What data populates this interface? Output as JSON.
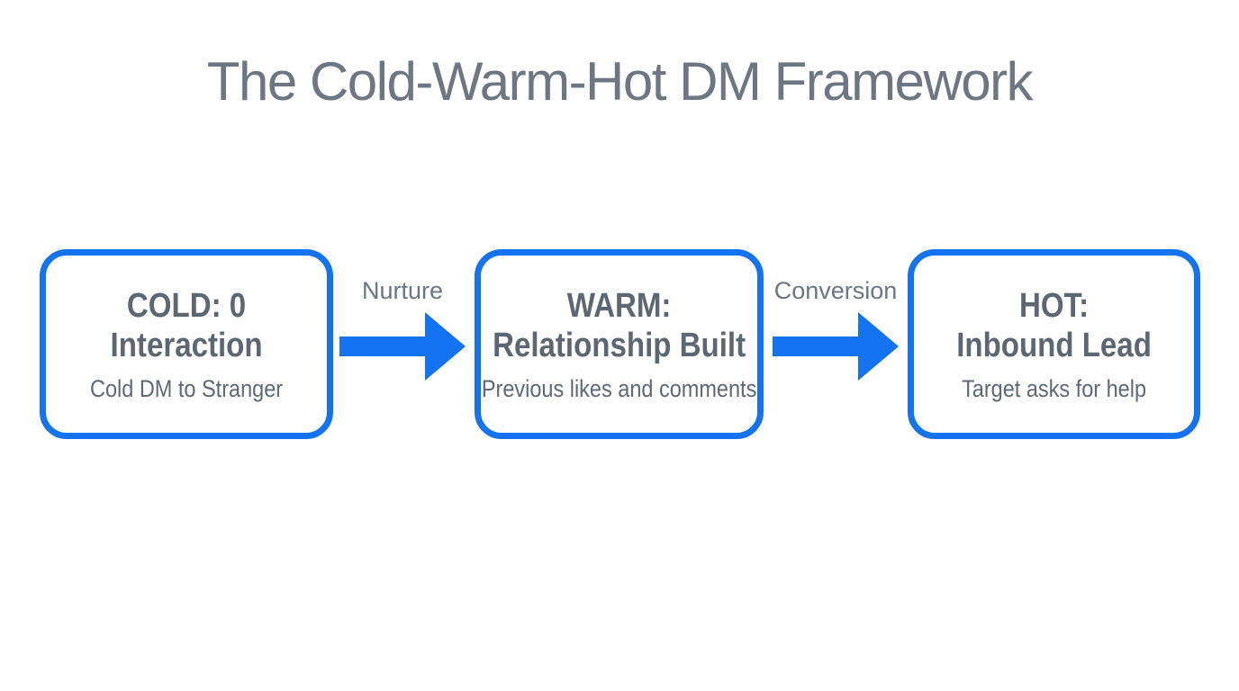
{
  "title": "The Cold-Warm-Hot DM Framework",
  "colors": {
    "accent_blue": "#1373f2",
    "title_gray": "#6d7681",
    "heading_gray": "#5d6771",
    "subtitle_gray": "#5f6973",
    "connector_label_gray": "#6d7681",
    "background": "#ffffff"
  },
  "diagram": {
    "nodes": [
      {
        "id": "cold",
        "heading_line1": "COLD: 0",
        "heading_line2": "Interaction",
        "subtitle": "Cold DM to Stranger"
      },
      {
        "id": "warm",
        "heading_line1": "WARM:",
        "heading_line2": "Relationship Built",
        "subtitle": "Previous likes and comments"
      },
      {
        "id": "hot",
        "heading_line1": "HOT:",
        "heading_line2": "Inbound Lead",
        "subtitle": "Target asks for help"
      }
    ],
    "connectors": [
      {
        "label": "Nurture"
      },
      {
        "label": "Conversion"
      }
    ]
  }
}
